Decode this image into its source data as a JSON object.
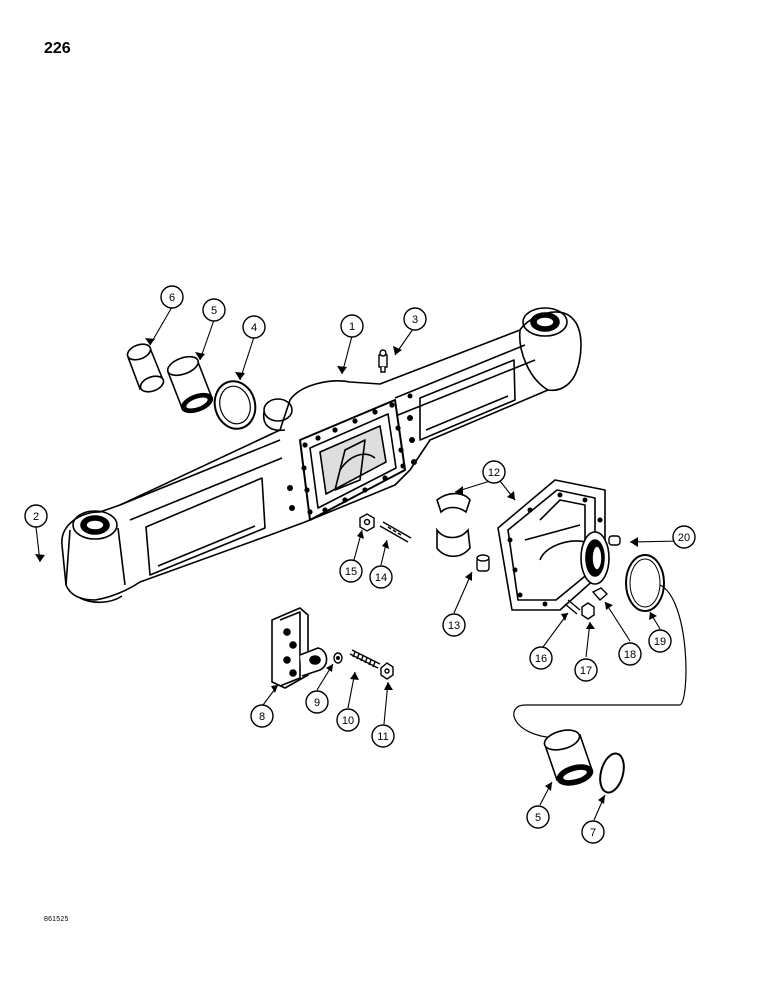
{
  "page": {
    "number": "226",
    "figure_code": "861525"
  },
  "callouts": [
    {
      "id": "c1",
      "label": "1"
    },
    {
      "id": "c2",
      "label": "2"
    },
    {
      "id": "c3",
      "label": "3"
    },
    {
      "id": "c4",
      "label": "4"
    },
    {
      "id": "c5a",
      "label": "5"
    },
    {
      "id": "c6",
      "label": "6"
    },
    {
      "id": "c12",
      "label": "12"
    },
    {
      "id": "c20",
      "label": "20"
    },
    {
      "id": "c15",
      "label": "15"
    },
    {
      "id": "c14",
      "label": "14"
    },
    {
      "id": "c13",
      "label": "13"
    },
    {
      "id": "c16",
      "label": "16"
    },
    {
      "id": "c17",
      "label": "17"
    },
    {
      "id": "c18",
      "label": "18"
    },
    {
      "id": "c19",
      "label": "19"
    },
    {
      "id": "c8",
      "label": "8"
    },
    {
      "id": "c9",
      "label": "9"
    },
    {
      "id": "c10",
      "label": "10"
    },
    {
      "id": "c11",
      "label": "11"
    },
    {
      "id": "c5b",
      "label": "5"
    },
    {
      "id": "c7",
      "label": "7"
    }
  ]
}
